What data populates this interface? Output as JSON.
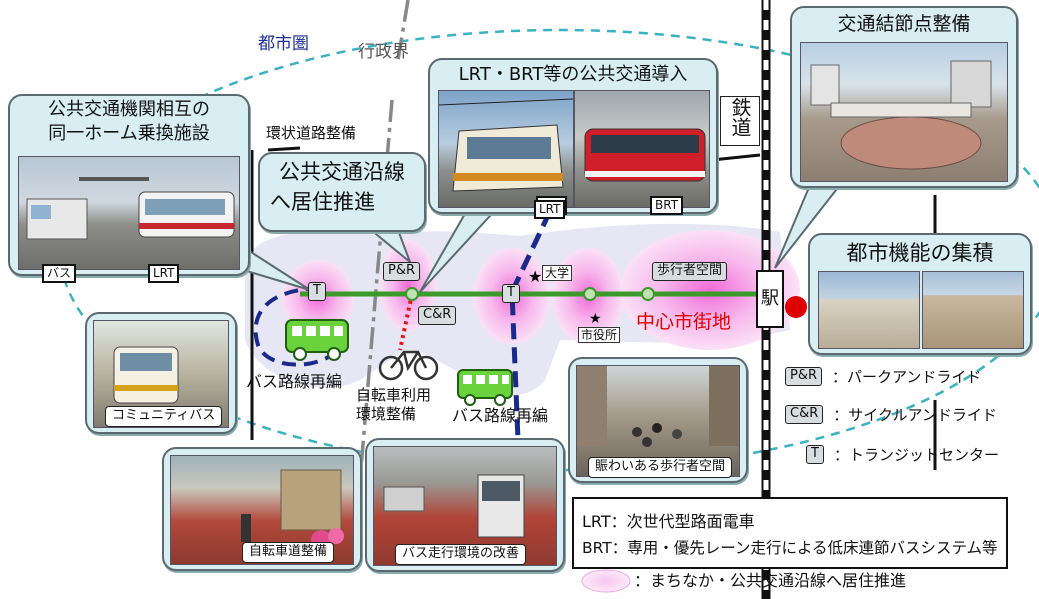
{
  "labels": {
    "urban_area": "都市圏",
    "admin_boundary": "行政界",
    "ring_road": "環状道路整備",
    "railway": "鉄道",
    "public_transport_corridor": "公共交通沿線へ居住推進",
    "public_transport_corridor_lines": [
      "公共交通沿線",
      "へ居住推進"
    ],
    "bicycle": "自転車利用環境整備",
    "bicycle_lines": [
      "自転車利用",
      "環境整備"
    ],
    "bus_route_left": "バス路線再編",
    "bus_route_mid": "バス路線再編",
    "university": "大学",
    "city_hall": "市役所",
    "pedestrian_space": "歩行者空間",
    "city_center": "中心市街地",
    "station": "駅",
    "transit_t": "T",
    "pr": "P&R",
    "cr": "C&R",
    "lrt_tag": "LRT",
    "brt_tag": "BRT",
    "bus_tag": "バス"
  },
  "callouts": {
    "transfer": {
      "title_lines": [
        "公共交通機関相互の",
        "同一ホーム乗換施設"
      ]
    },
    "lrt_brt": {
      "title": "LRT・BRT等の公共交通導入"
    },
    "node": {
      "title": "交通結節点整備"
    },
    "urban_functions": {
      "title": "都市機能の集積"
    }
  },
  "photo_captions": {
    "community_bus": "コミュニティバス",
    "bike_lane": "自転車道整備",
    "bus_environment": "バス走行環境の改善",
    "pedestrian_street": "賑わいある歩行者空間"
  },
  "legend": {
    "pr_symbol": "P&R",
    "pr_text": "：パークアンドライド",
    "cr_symbol": "C&R",
    "cr_text": "：サイクルアンドライド",
    "t_symbol": "T",
    "t_text": "：トランジットセンター"
  },
  "definitions": {
    "lrt": "LRT：次世代型路面電車",
    "brt": "BRT：専用・優先レーン走行による低床連節バスシステム等"
  },
  "pink_legend": "：まちなか・公共交通沿線へ居住推進",
  "colors": {
    "callout_bg": "#d9eef2",
    "pink_zone": "#f7c6ee",
    "green_line": "#3c9a2a",
    "blue_route": "#1a2a8a",
    "city_center_red": "#e00000",
    "urban_area_blue": "#1f2f9a"
  }
}
